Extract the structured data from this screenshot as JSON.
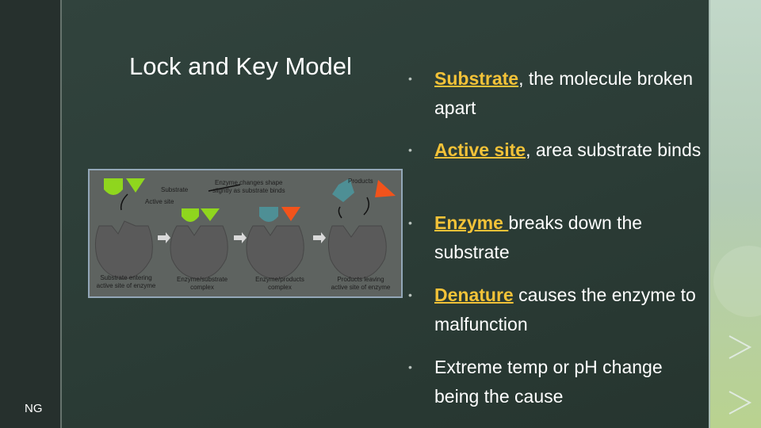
{
  "slide": {
    "title": "Lock and Key Model",
    "author_initials": "NG"
  },
  "bullets": [
    {
      "term": "Substrate",
      "text": ", the molecule broken apart"
    },
    {
      "term": "Active site",
      "text": ", area substrate binds"
    },
    {
      "term": "Enzyme ",
      "text": "breaks down the substrate"
    },
    {
      "term": "Denature",
      "text": " causes the enzyme to malfunction"
    },
    {
      "term": "",
      "text": "Extreme temp or pH change being the cause"
    }
  ],
  "diagram": {
    "labels": {
      "substrate": "Substrate",
      "active_site": "Active site",
      "shape_change_line1": "Enzyme changes shape",
      "shape_change_line2": "slightly as substrate binds",
      "products": "Products"
    },
    "captions": [
      {
        "line1": "Substrate entering",
        "line2": "active site of enzyme"
      },
      {
        "line1": "Enzyme/substrate",
        "line2": "complex"
      },
      {
        "line1": "Enzyme/products",
        "line2": "complex"
      },
      {
        "line1": "Products leaving",
        "line2": "active site of enzyme"
      }
    ]
  },
  "colors": {
    "accent": "#f3c238",
    "substrate_green": "#8fd61e",
    "product_teal": "#4e8f95",
    "product_orange": "#f2531b",
    "enzyme_gray": "#5a5a5a"
  }
}
